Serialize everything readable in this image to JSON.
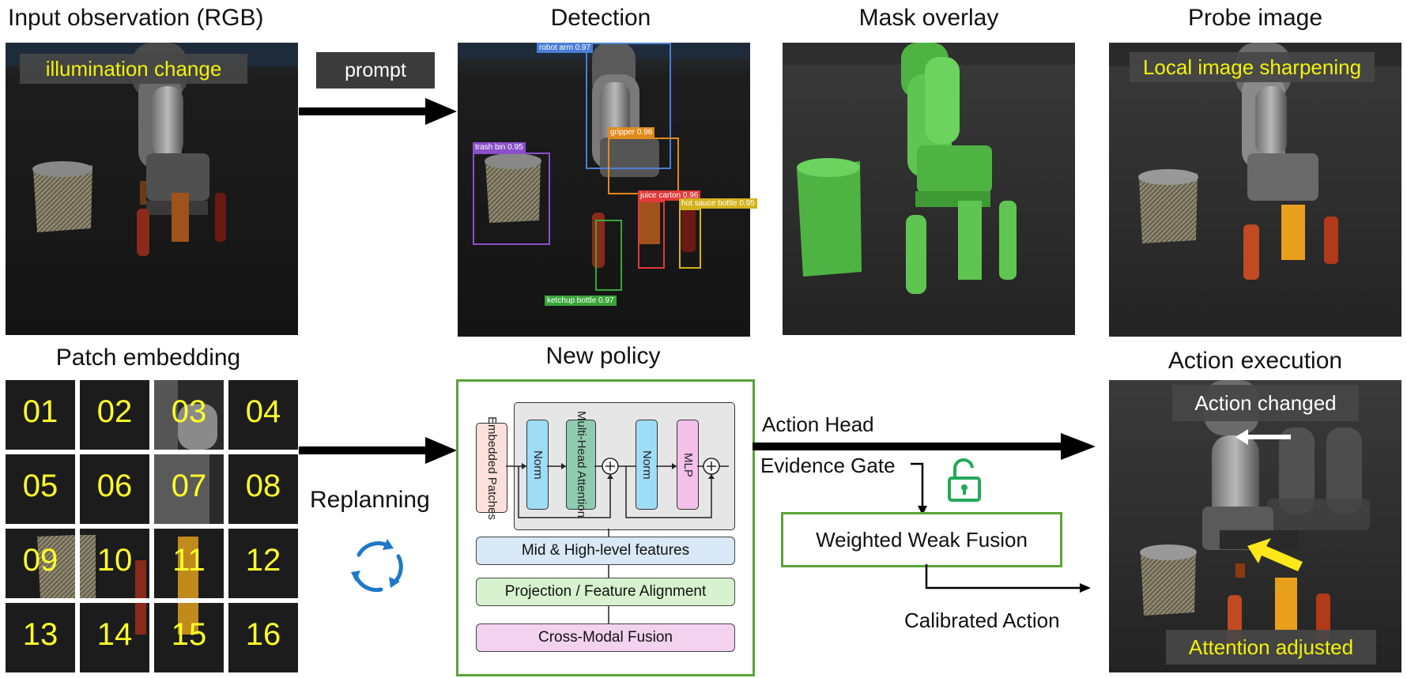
{
  "titles": {
    "input": "Input observation (RGB)",
    "detection": "Detection",
    "mask": "Mask overlay",
    "probe": "Probe image",
    "patch": "Patch embedding",
    "policy": "New policy",
    "action_exec": "Action execution"
  },
  "input_banner": "illumination change",
  "prompt_label": "prompt",
  "probe_banner": "Local image sharpening",
  "detections": [
    {
      "label": "robot arm 0.97",
      "color": "#4a7fd6"
    },
    {
      "label": "gripper 0.96",
      "color": "#e08a1e"
    },
    {
      "label": "trash bin 0.95",
      "color": "#8a4fc9"
    },
    {
      "label": "juice carton 0.96",
      "color": "#e03a3a"
    },
    {
      "label": "hot sauce bottle 0.95",
      "color": "#d4b21c"
    },
    {
      "label": "ketchup bottle 0.97",
      "color": "#3aa53a"
    }
  ],
  "patches": [
    "01",
    "02",
    "03",
    "04",
    "05",
    "06",
    "07",
    "08",
    "09",
    "10",
    "11",
    "12",
    "13",
    "14",
    "15",
    "16"
  ],
  "replanning_label": "Replanning",
  "policy": {
    "embedded_patches": "Embedded Patches",
    "norm1": "Norm",
    "attention": "Multi-Head Attention",
    "norm2": "Norm",
    "mlp": "MLP",
    "features": [
      "Mid & High-level features",
      "Projection / Feature Alignment",
      "Cross-Modal Fusion"
    ]
  },
  "action_head_label": "Action Head",
  "evidence_gate_label": "Evidence Gate",
  "fusion_label": "Weighted Weak Fusion",
  "calibrated_label": "Calibrated Action",
  "action_changed_banner": "Action changed",
  "attention_adjusted_banner": "Attention adjusted",
  "colors": {
    "accent_green": "#5aa33a",
    "banner_yellow": "#f2f20a",
    "mask_green": "#5fc552",
    "replan_blue": "#1f78c8"
  },
  "icons": [
    "right-arrow-icon",
    "refresh-cycle-icon",
    "unlock-icon",
    "left-arrow-icon",
    "yellow-pointer-arrow-icon"
  ]
}
